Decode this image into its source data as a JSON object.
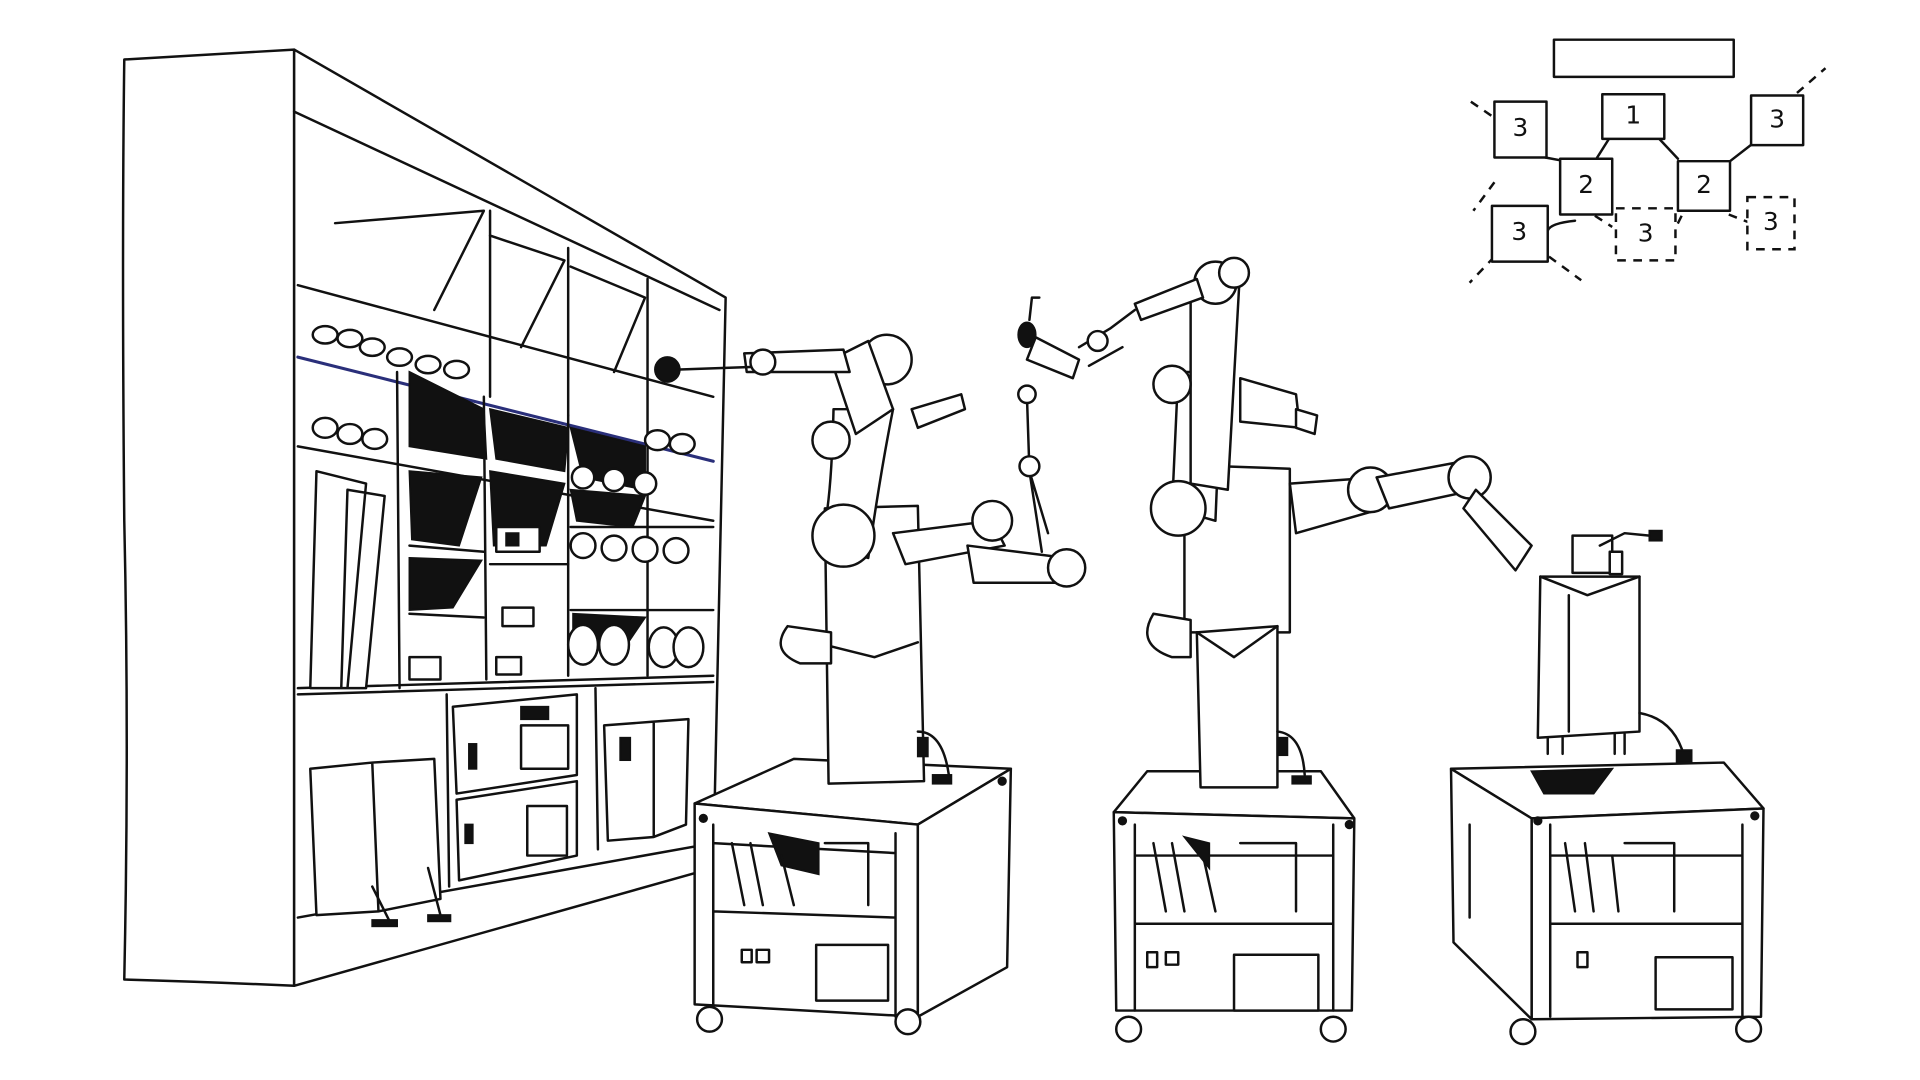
{
  "diagram": {
    "nodes": [
      {
        "id": "n1",
        "label": "1",
        "style": "solid"
      },
      {
        "id": "n2-left",
        "label": "2",
        "style": "solid"
      },
      {
        "id": "n2-right",
        "label": "2",
        "style": "solid"
      },
      {
        "id": "n3-top-left",
        "label": "3",
        "style": "solid"
      },
      {
        "id": "n3-bottom-left",
        "label": "3",
        "style": "solid"
      },
      {
        "id": "n3-top-right",
        "label": "3",
        "style": "solid"
      },
      {
        "id": "n3-center-dashed",
        "label": "3",
        "style": "dashed"
      },
      {
        "id": "n3-right-dashed",
        "label": "3",
        "style": "dashed"
      }
    ]
  },
  "colors": {
    "ink": "#111111",
    "background": "#ffffff",
    "shelf_edge_blue": "#2a2f7a"
  }
}
